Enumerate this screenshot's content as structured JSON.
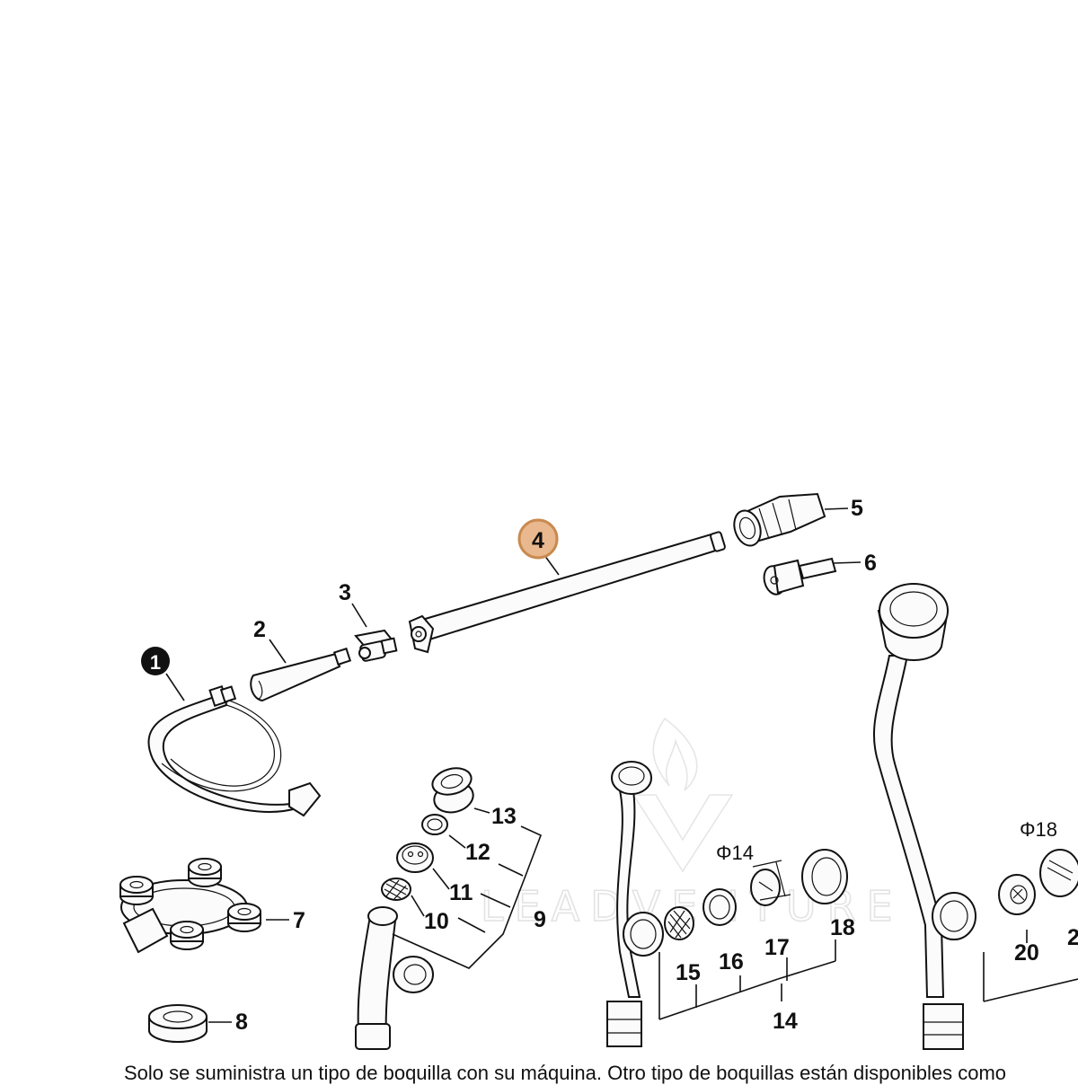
{
  "watermark": "LEADVENTURE",
  "callouts": {
    "c1": "1",
    "c2": "2",
    "c3": "3",
    "c4": "4",
    "c5": "5",
    "c6": "6",
    "c7": "7",
    "c8": "8",
    "c9": "9",
    "c10": "10",
    "c11": "11",
    "c12": "12",
    "c13": "13",
    "c14": "14",
    "c15": "15",
    "c16": "16",
    "c17": "17",
    "c18": "18",
    "c20": "20",
    "c21": "2"
  },
  "dimensions": {
    "d14": "Φ14",
    "d18": "Φ18"
  },
  "highlight": {
    "callout": "4",
    "fill": "#e9b88e",
    "stroke": "#c98a50"
  },
  "footnote": "Solo se suministra un tipo de boquilla con su máquina. Otro tipo de boquillas están disponibles como"
}
